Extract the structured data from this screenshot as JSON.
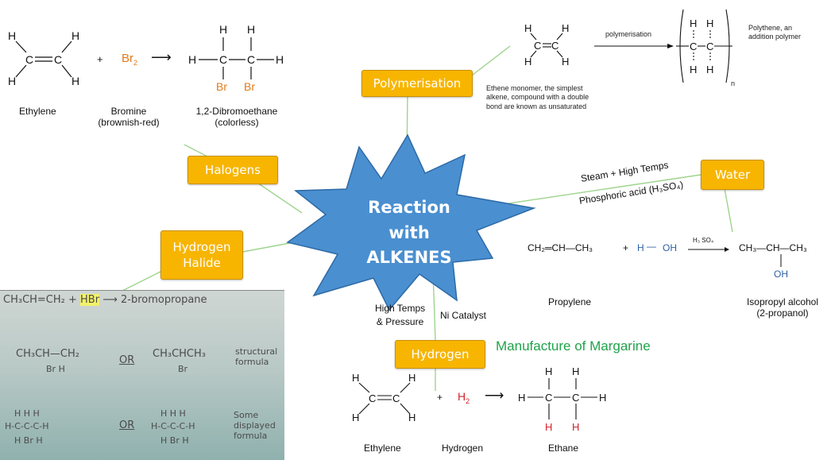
{
  "center": {
    "line1": "Reaction",
    "line2": "with",
    "line3": "ALKENES"
  },
  "topics": {
    "polymerisation": "Polymerisation",
    "halogens": "Halogens",
    "hydrogen_halide_1": "Hydrogen",
    "hydrogen_halide_2": "Halide",
    "water": "Water",
    "hydrogen": "Hydrogen"
  },
  "halogens": {
    "reactant1_label": "Ethylene",
    "plus": "+",
    "reagent": "Br",
    "reagent_sub": "2",
    "reagent_label_1": "Bromine",
    "reagent_label_2": "(brownish-red)",
    "arrow": "⟶",
    "product_label_1": "1,2-Dibromoethane",
    "product_label_2": "(colorless)",
    "br": "Br"
  },
  "polymerisation": {
    "arrow_label": "polymerisation",
    "monomer_note": "Ethene monomer, the simplest alkene, compound with a double bond are known as unsaturated",
    "product_note": "Polythene, an addition polymer",
    "n": "n"
  },
  "water": {
    "condition1": "Steam + High Temps",
    "condition2": "Phosphoric acid (H₃SO₄)",
    "propylene": "CH₂═CH—CH₃",
    "plus": "+",
    "h": "H",
    "dash": "—",
    "oh": "OH",
    "catalyst": "H₃ SO₄",
    "product": "CH₃—CH—CH₃",
    "product_oh": "OH",
    "reactant_label": "Propylene",
    "product_label_1": "Isopropyl alcohol",
    "product_label_2": "(2-propanol)"
  },
  "hydrogen": {
    "condition1": "High Temps",
    "condition2": "& Pressure",
    "catalyst": "Ni Catalyst",
    "title": "Manufacture of Margarine",
    "plus": "+",
    "h2": "H",
    "h2_sub": "2",
    "arrow": "⟶",
    "label1": "Ethylene",
    "label2": "Hydrogen",
    "label3": "Ethane"
  },
  "handwritten": {
    "line1a": "CH₃CH=CH₂ + ",
    "line1hl": "HBr",
    "line1b": " ⟶ 2-bromopropane",
    "cond1": "CH₃CH—CH₂",
    "cond1b": "Br   H",
    "or": "OR",
    "cond2": "CH₃CHCH₃",
    "cond2b": "Br",
    "note1": "structural formula",
    "note2": "Some displayed formula",
    "disp1": "H-C-C-C-H",
    "disp2": "H  Br  H",
    "disp3": "H-C-C-C-H",
    "disp4": "H  Br  H",
    "hs": "H  H  H"
  },
  "colors": {
    "topic": "#f7b500",
    "star": "#4a8fd0",
    "connector": "#8fcf7f",
    "green_title": "#1fa34a"
  }
}
